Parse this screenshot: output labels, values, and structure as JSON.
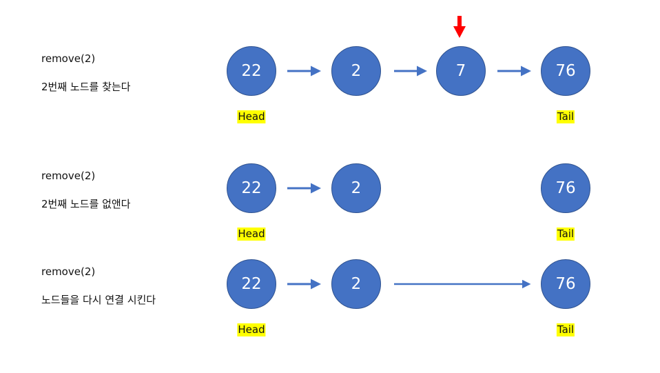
{
  "rows": [
    {
      "command": "remove(2)",
      "description": "2번째 노드를 찾는다",
      "nodes": [
        "22",
        "2",
        "7",
        "76"
      ],
      "head_label": "Head",
      "tail_label": "Tail"
    },
    {
      "command": "remove(2)",
      "description": "2번째 노드를 없앤다",
      "nodes": [
        "22",
        "2",
        "76"
      ],
      "head_label": "Head",
      "tail_label": "Tail"
    },
    {
      "command": "remove(2)",
      "description": "노드들을 다시 연결 시킨다",
      "nodes": [
        "22",
        "2",
        "76"
      ],
      "head_label": "Head",
      "tail_label": "Tail"
    }
  ],
  "colors": {
    "node_fill": "#4472c4",
    "arrow": "#4472c4",
    "pointer": "#ff0000",
    "label_highlight": "#ffff00"
  }
}
